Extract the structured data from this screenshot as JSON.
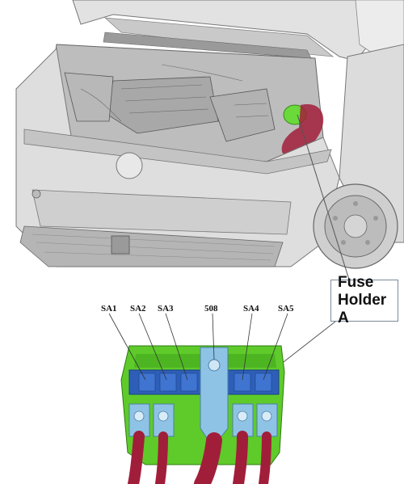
{
  "callout": {
    "text": "Fuse\nHolder A"
  },
  "fuse_labels": [
    "SA1",
    "SA2",
    "SA3",
    "508",
    "SA4",
    "SA5"
  ],
  "colors": {
    "holder_green": "#5ecb2a",
    "fuse_blue": "#2e5fb8",
    "terminal_lightblue": "#8fc3e6",
    "cable_red": "#a11e3a",
    "car_body": "#d4d4d4",
    "highlight_red": "#a11e3a",
    "highlight_green": "#6ad93a"
  }
}
